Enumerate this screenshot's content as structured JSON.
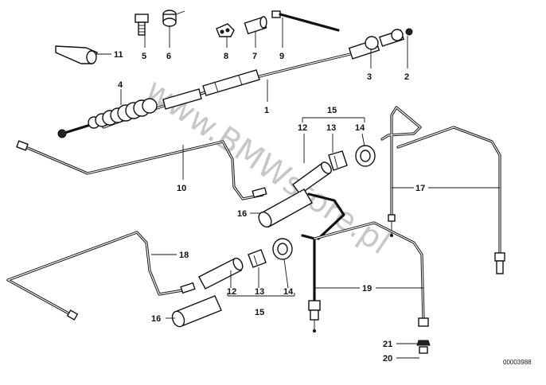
{
  "diagram": {
    "callouts": {
      "c1": "1",
      "c2": "2",
      "c3": "3",
      "c4": "4",
      "c5": "5",
      "c6": "6",
      "c7": "7",
      "c8": "8",
      "c9": "9",
      "c10": "10",
      "c11": "11",
      "c12a": "12",
      "c13a": "13",
      "c14a": "14",
      "c15a": "15",
      "c12b": "12",
      "c13b": "13",
      "c14b": "14",
      "c15b": "15",
      "c16a": "16",
      "c16b": "16",
      "c17": "17",
      "c18": "18",
      "c19": "19",
      "c20": "20",
      "c21": "21"
    },
    "reference_number": "00003988",
    "watermark": "www.BMWstore.pl"
  }
}
